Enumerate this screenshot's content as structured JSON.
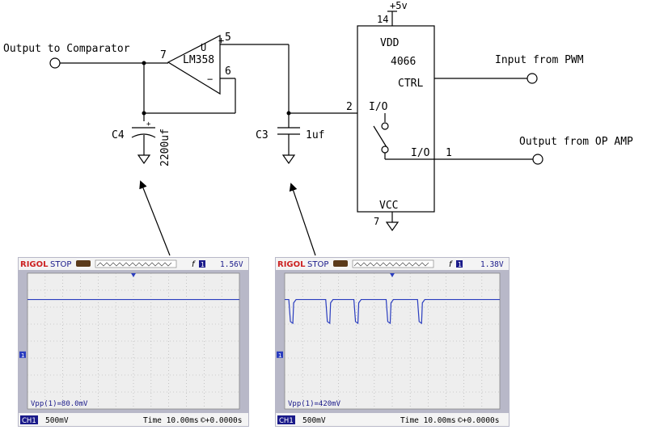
{
  "schematic": {
    "output_to_comparator": "Output to Comparator",
    "opamp_name": "LM358",
    "opamp_ref": "U",
    "pin_plus": "+",
    "pin_minus": "−",
    "pin7": "7",
    "pin5": "5",
    "pin6": "6",
    "c4_label": "C4",
    "c4_value": "2200uf",
    "c3_label": "C3",
    "c3_value": "1uf",
    "supply": "+5v",
    "pin14": "14",
    "vdd": "VDD",
    "chip": "4066",
    "ctrl": "CTRL",
    "input_pwm": "Input from PWM",
    "pin2": "2",
    "io_top": "I/O",
    "io_bottom": "I/O",
    "pin1": "1",
    "output_opamp": "Output from OP AMP",
    "vcc": "VCC",
    "pin7_bottom": "7",
    "cap_plus": "+"
  },
  "scopes": [
    {
      "brand": "RIGOL",
      "state": "STOP",
      "trigger_level": "1.56V",
      "trigger_channel": "1",
      "measurement": "Vpp(1)=80.0mV",
      "channel_label": "CH1",
      "volts_div": "500mV",
      "timebase": "Time 10.00ms",
      "trigger_offset": "©+0.0000s",
      "marker": "1",
      "trace": {
        "type": "flat",
        "level_div": 1.55,
        "spike_positions_div": []
      }
    },
    {
      "brand": "RIGOL",
      "state": "STOP",
      "trigger_level": "1.38V",
      "trigger_channel": "1",
      "measurement": "Vpp(1)=420mV",
      "channel_label": "CH1",
      "volts_div": "500mV",
      "timebase": "Time 10.00ms",
      "trigger_offset": "©+0.0000s",
      "marker": "1",
      "trace": {
        "type": "pulsed",
        "level_div": 1.55,
        "spike_positions_div": [
          0.32,
          2.38,
          3.95,
          5.75,
          7.5
        ]
      }
    }
  ],
  "colors": {
    "scope_bg": "#eeeeee",
    "scope_frame": "#b8b8c8",
    "trace": "#2a3dbf",
    "brand": "#cc2222",
    "grid": "#a9a9a9"
  }
}
